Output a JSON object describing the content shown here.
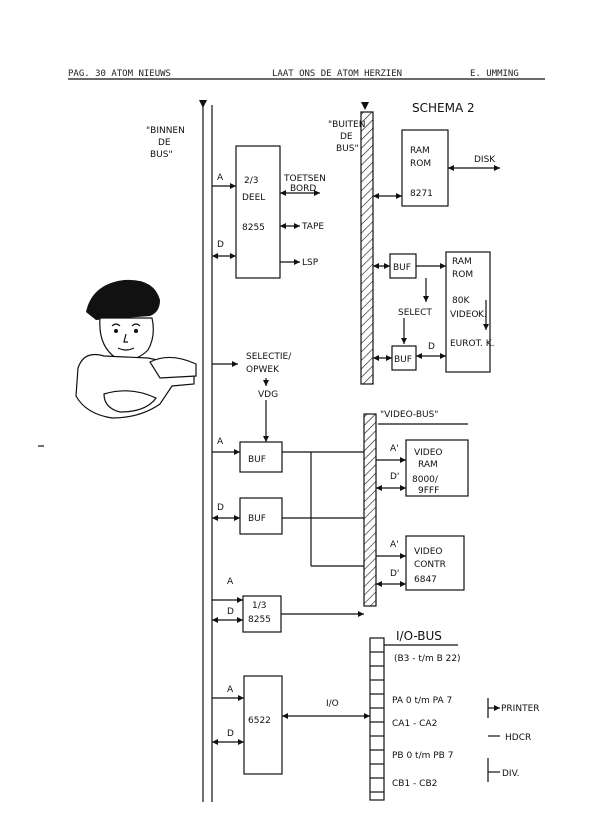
{
  "header": {
    "left": "PAG. 30 ATOM NIEUWS",
    "center": "LAAT ONS DE ATOM HERZIEN",
    "right": "E. UMMING"
  },
  "schema_title": "SCHEMA 2",
  "bus_labels": {
    "inside": [
      "\"BINNEN",
      "DE",
      "BUS\""
    ],
    "outside": [
      "\"BUITEN",
      "DE",
      "BUS\""
    ],
    "video": "\"VIDEO-BUS\"",
    "io_bus": "I/O-BUS",
    "io_range": "(B3 - t/m B 22)"
  },
  "signals": {
    "a": "A",
    "d": "D",
    "a_prime": "A'",
    "d_prime": "D'",
    "io": "I/O"
  },
  "blocks": {
    "ppi_top": [
      "2/3",
      "DEEL",
      "8255"
    ],
    "ram_rom_disk": [
      "RAM",
      "ROM",
      "8271"
    ],
    "buf": "BUF",
    "ram_rom_video": [
      "RAM",
      "ROM",
      "80K",
      "VIDEO",
      "K.",
      "EUROT. K."
    ],
    "video_ram": [
      "VIDEO",
      "RAM",
      "8000/",
      "9FFF"
    ],
    "video_contr": [
      "VIDEO",
      "CONTR",
      "6847"
    ],
    "ppi_bottom": [
      "1/3",
      "8255"
    ],
    "via": "6522"
  },
  "outputs": {
    "toetsenbord": [
      "TOETSEN",
      "BORD"
    ],
    "tape": "TAPE",
    "lsp": "LSP",
    "disk": "DISK",
    "select": "SELECT",
    "selectie": [
      "SELECTIE/",
      "OPWEK"
    ],
    "vdg": "VDG"
  },
  "io_lines": {
    "pa": "PA 0 t/m PA 7",
    "ca": "CA1 - CA2",
    "pb": "PB 0 t/m PB 7",
    "cb": "CB1 - CB2",
    "printer": "PRINTER",
    "hdcr": "HDCR",
    "div": "DIV."
  }
}
